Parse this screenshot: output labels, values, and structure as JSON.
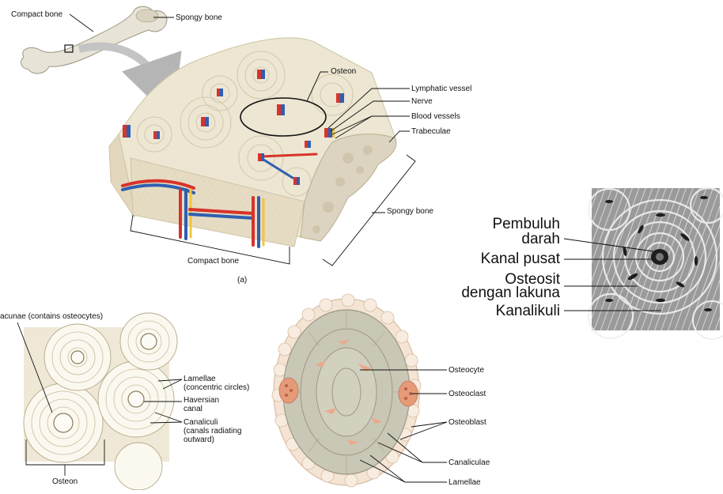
{
  "block_diagram": {
    "compact_bone_top": "Compact bone",
    "spongy_bone_top": "Spongy bone",
    "osteon": "Osteon",
    "lymphatic_vessel": "Lymphatic vessel",
    "nerve": "Nerve",
    "blood_vessels": "Blood vessels",
    "trabeculae": "Trabeculae",
    "spongy_bone": "Spongy bone",
    "compact_bone": "Compact bone",
    "panel_letter": "(a)"
  },
  "micrograph": {
    "pembuluh_1": "Pembuluh",
    "pembuluh_2": "darah",
    "kanal": "Kanal pusat",
    "osteosit_1": "Osteosit",
    "osteosit_2": "dengan lakuna",
    "kanalikuli": "Kanalikuli"
  },
  "osteon_sketch": {
    "lacunae": "acunae (contains osteocytes)",
    "lamellae_1": "Lamellae",
    "lamellae_2": "(concentric circles)",
    "haversian_1": "Haversian",
    "haversian_2": "canal",
    "canaliculi_1": "Canaliculi",
    "canaliculi_2": "(canals radiating",
    "canaliculi_3": "outward)",
    "osteon": "Osteon"
  },
  "cross_section": {
    "osteocyte": "Osteocyte",
    "osteoclast": "Osteoclast",
    "osteoblast": "Osteoblast",
    "canaliculae": "Canaliculae",
    "lamellae": "Lamellae"
  },
  "colors": {
    "bone_top": "#ece6d2",
    "bone_side": "#e6dcc4",
    "artery": "#d8332a",
    "vein": "#2f5fb0",
    "nerve": "#f2c53a",
    "micrograph_bg": "#8c8c8c",
    "osteoclast": "#e59a78"
  }
}
